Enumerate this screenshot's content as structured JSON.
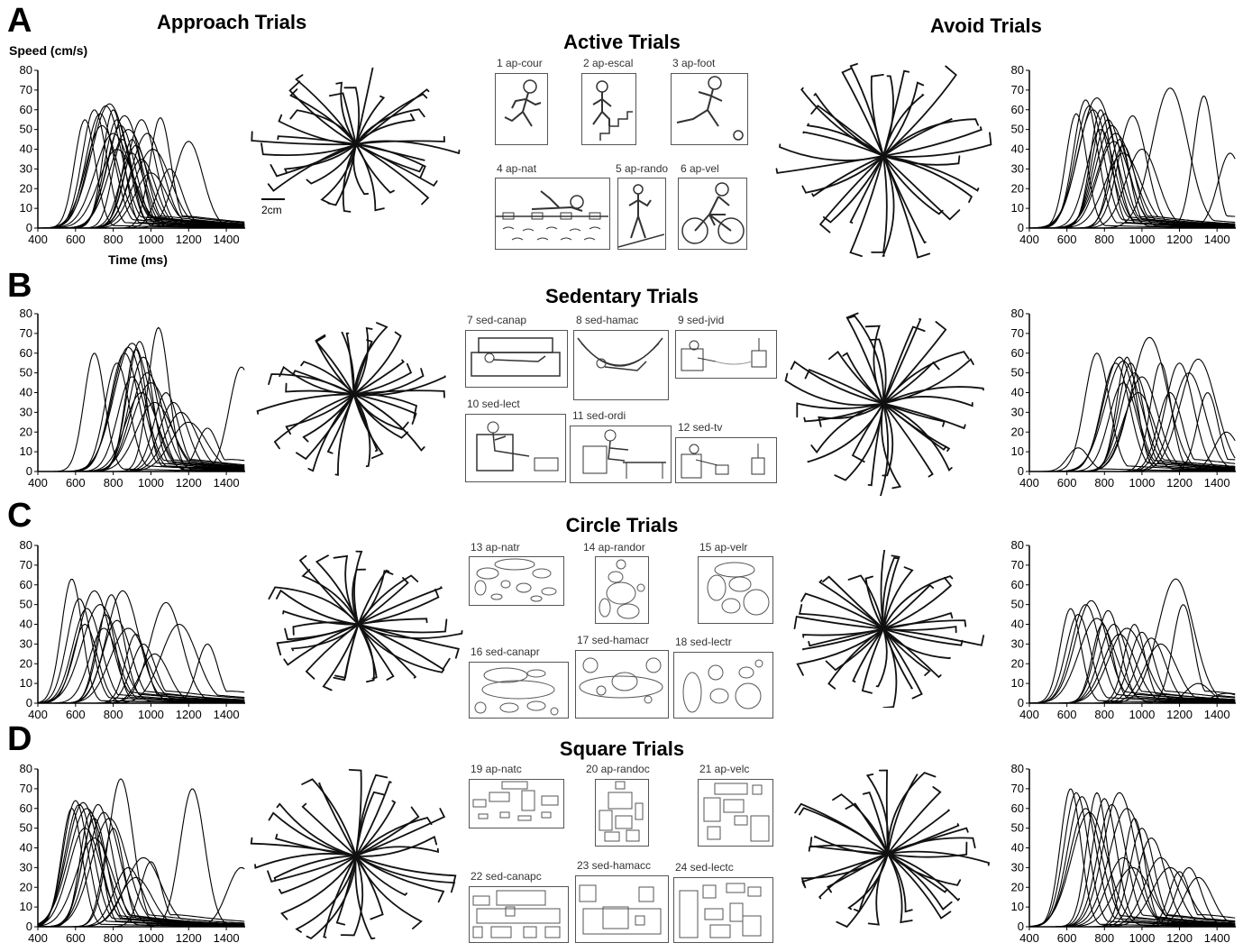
{
  "figure": {
    "col_title_left": "Approach Trials",
    "col_title_right": "Avoid Trials",
    "y_axis_label": "Speed (cm/s)",
    "x_axis_label": "Time (ms)",
    "scale_bar_label": "2cm"
  },
  "rows": [
    {
      "letter": "A",
      "title": "Active Trials",
      "stimuli": [
        "1 ap-cour",
        "2 ap-escal",
        "3 ap-foot",
        "4 ap-nat",
        "5 ap-rando",
        "6 ap-vel"
      ]
    },
    {
      "letter": "B",
      "title": "Sedentary Trials",
      "stimuli": [
        "7 sed-canap",
        "8 sed-hamac",
        "9 sed-jvid",
        "10 sed-lect",
        "11 sed-ordi",
        "12 sed-tv"
      ]
    },
    {
      "letter": "C",
      "title": "Circle Trials",
      "stimuli": [
        "13 ap-natr",
        "14 ap-randor",
        "15 ap-velr",
        "16 sed-canapr",
        "17 sed-hamacr",
        "18 sed-lectr"
      ]
    },
    {
      "letter": "D",
      "title": "Square Trials",
      "stimuli": [
        "19 ap-natc",
        "20 ap-randoc",
        "21 ap-velc",
        "22 sed-canapc",
        "23 sed-hamacc",
        "24 sed-lectc"
      ]
    }
  ],
  "chart_data": [
    {
      "type": "line",
      "panel": "A-approach",
      "xlim": [
        400,
        1500
      ],
      "ylim": [
        0,
        80
      ],
      "xticks": [
        400,
        600,
        800,
        1000,
        1200,
        1400
      ],
      "yticks": [
        0,
        10,
        20,
        30,
        40,
        50,
        60,
        70,
        80
      ],
      "xlabel": "Time (ms)",
      "ylabel": "Speed (cm/s)",
      "peaks": [
        [
          650,
          55
        ],
        [
          700,
          60
        ],
        [
          730,
          58
        ],
        [
          760,
          62
        ],
        [
          780,
          63
        ],
        [
          800,
          60
        ],
        [
          820,
          55
        ],
        [
          840,
          52
        ],
        [
          860,
          57
        ],
        [
          880,
          50
        ],
        [
          900,
          45
        ],
        [
          920,
          42
        ],
        [
          950,
          55
        ],
        [
          980,
          48
        ],
        [
          1010,
          40
        ],
        [
          1050,
          56
        ],
        [
          1100,
          30
        ],
        [
          1200,
          44
        ],
        [
          740,
          52
        ],
        [
          800,
          48
        ],
        [
          850,
          45
        ],
        [
          900,
          38
        ],
        [
          950,
          35
        ],
        [
          1000,
          28
        ],
        [
          820,
          40
        ]
      ]
    },
    {
      "type": "line",
      "panel": "A-avoid",
      "xlim": [
        400,
        1500
      ],
      "ylim": [
        0,
        80
      ],
      "xticks": [
        400,
        600,
        800,
        1000,
        1200,
        1400
      ],
      "yticks": [
        0,
        10,
        20,
        30,
        40,
        50,
        60,
        70,
        80
      ],
      "peaks": [
        [
          650,
          58
        ],
        [
          700,
          65
        ],
        [
          720,
          62
        ],
        [
          740,
          60
        ],
        [
          760,
          66
        ],
        [
          780,
          60
        ],
        [
          800,
          58
        ],
        [
          820,
          55
        ],
        [
          840,
          52
        ],
        [
          860,
          48
        ],
        [
          880,
          45
        ],
        [
          900,
          42
        ],
        [
          950,
          57
        ],
        [
          1000,
          40
        ],
        [
          1150,
          71
        ],
        [
          1330,
          67
        ],
        [
          1470,
          38
        ],
        [
          780,
          50
        ],
        [
          850,
          44
        ],
        [
          900,
          38
        ]
      ]
    },
    {
      "type": "line",
      "panel": "B-approach",
      "xlim": [
        400,
        1500
      ],
      "ylim": [
        0,
        80
      ],
      "xticks": [
        400,
        600,
        800,
        1000,
        1200,
        1400
      ],
      "yticks": [
        0,
        10,
        20,
        30,
        40,
        50,
        60,
        70,
        80
      ],
      "peaks": [
        [
          700,
          60
        ],
        [
          820,
          55
        ],
        [
          860,
          60
        ],
        [
          880,
          63
        ],
        [
          900,
          65
        ],
        [
          920,
          62
        ],
        [
          940,
          66
        ],
        [
          960,
          58
        ],
        [
          980,
          50
        ],
        [
          1000,
          45
        ],
        [
          1040,
          73
        ],
        [
          1080,
          40
        ],
        [
          1120,
          35
        ],
        [
          1160,
          30
        ],
        [
          1200,
          25
        ],
        [
          1300,
          22
        ],
        [
          1480,
          53
        ],
        [
          900,
          48
        ],
        [
          950,
          40
        ],
        [
          1020,
          35
        ]
      ]
    },
    {
      "type": "line",
      "panel": "B-avoid",
      "xlim": [
        400,
        1500
      ],
      "ylim": [
        0,
        80
      ],
      "xticks": [
        400,
        600,
        800,
        1000,
        1200,
        1400
      ],
      "yticks": [
        0,
        10,
        20,
        30,
        40,
        50,
        60,
        70,
        80
      ],
      "peaks": [
        [
          660,
          12
        ],
        [
          760,
          60
        ],
        [
          860,
          55
        ],
        [
          880,
          58
        ],
        [
          900,
          56
        ],
        [
          920,
          58
        ],
        [
          940,
          55
        ],
        [
          960,
          50
        ],
        [
          1000,
          48
        ],
        [
          1040,
          68
        ],
        [
          1100,
          55
        ],
        [
          1150,
          40
        ],
        [
          1200,
          55
        ],
        [
          1250,
          50
        ],
        [
          1300,
          57
        ],
        [
          1350,
          40
        ],
        [
          1450,
          20
        ],
        [
          900,
          45
        ],
        [
          980,
          40
        ]
      ]
    },
    {
      "type": "line",
      "panel": "C-approach",
      "xlim": [
        400,
        1500
      ],
      "ylim": [
        0,
        80
      ],
      "xticks": [
        400,
        600,
        800,
        1000,
        1200,
        1400
      ],
      "yticks": [
        0,
        10,
        20,
        30,
        40,
        50,
        60,
        70,
        80
      ],
      "peaks": [
        [
          580,
          63
        ],
        [
          620,
          53
        ],
        [
          660,
          48
        ],
        [
          700,
          57
        ],
        [
          730,
          50
        ],
        [
          760,
          45
        ],
        [
          790,
          55
        ],
        [
          820,
          42
        ],
        [
          850,
          57
        ],
        [
          880,
          38
        ],
        [
          920,
          35
        ],
        [
          960,
          30
        ],
        [
          1020,
          25
        ],
        [
          1080,
          51
        ],
        [
          1150,
          40
        ],
        [
          1300,
          30
        ],
        [
          650,
          40
        ],
        [
          750,
          38
        ]
      ]
    },
    {
      "type": "line",
      "panel": "C-avoid",
      "xlim": [
        400,
        1500
      ],
      "ylim": [
        0,
        80
      ],
      "xticks": [
        400,
        600,
        800,
        1000,
        1200,
        1400
      ],
      "yticks": [
        0,
        10,
        20,
        30,
        40,
        50,
        60,
        70,
        80
      ],
      "peaks": [
        [
          620,
          48
        ],
        [
          660,
          45
        ],
        [
          700,
          50
        ],
        [
          730,
          52
        ],
        [
          760,
          43
        ],
        [
          790,
          40
        ],
        [
          820,
          47
        ],
        [
          850,
          40
        ],
        [
          880,
          35
        ],
        [
          920,
          38
        ],
        [
          960,
          40
        ],
        [
          1000,
          36
        ],
        [
          1050,
          33
        ],
        [
          1100,
          30
        ],
        [
          1180,
          63
        ],
        [
          1220,
          50
        ],
        [
          1300,
          10
        ],
        [
          1450,
          5
        ]
      ]
    },
    {
      "type": "line",
      "panel": "D-approach",
      "xlim": [
        400,
        1500
      ],
      "ylim": [
        0,
        80
      ],
      "xticks": [
        400,
        600,
        800,
        1000,
        1200,
        1400
      ],
      "yticks": [
        0,
        10,
        20,
        30,
        40,
        50,
        60,
        70,
        80
      ],
      "peaks": [
        [
          580,
          60
        ],
        [
          600,
          64
        ],
        [
          620,
          62
        ],
        [
          640,
          63
        ],
        [
          660,
          60
        ],
        [
          680,
          58
        ],
        [
          700,
          55
        ],
        [
          720,
          62
        ],
        [
          750,
          58
        ],
        [
          780,
          55
        ],
        [
          800,
          50
        ],
        [
          840,
          75
        ],
        [
          880,
          30
        ],
        [
          920,
          25
        ],
        [
          960,
          35
        ],
        [
          1000,
          33
        ],
        [
          1220,
          70
        ],
        [
          1480,
          30
        ],
        [
          650,
          50
        ],
        [
          700,
          45
        ]
      ]
    },
    {
      "type": "line",
      "panel": "D-avoid",
      "xlim": [
        400,
        1500
      ],
      "ylim": [
        0,
        80
      ],
      "xticks": [
        400,
        600,
        800,
        1000,
        1200,
        1400
      ],
      "yticks": [
        0,
        10,
        20,
        30,
        40,
        50,
        60,
        70,
        80
      ],
      "peaks": [
        [
          620,
          70
        ],
        [
          650,
          68
        ],
        [
          680,
          66
        ],
        [
          700,
          60
        ],
        [
          720,
          58
        ],
        [
          760,
          68
        ],
        [
          800,
          65
        ],
        [
          840,
          62
        ],
        [
          880,
          68
        ],
        [
          920,
          60
        ],
        [
          960,
          55
        ],
        [
          1000,
          50
        ],
        [
          1050,
          45
        ],
        [
          1100,
          35
        ],
        [
          1150,
          30
        ],
        [
          1200,
          28
        ],
        [
          1250,
          30
        ],
        [
          1300,
          25
        ],
        [
          900,
          35
        ],
        [
          950,
          30
        ]
      ]
    }
  ]
}
